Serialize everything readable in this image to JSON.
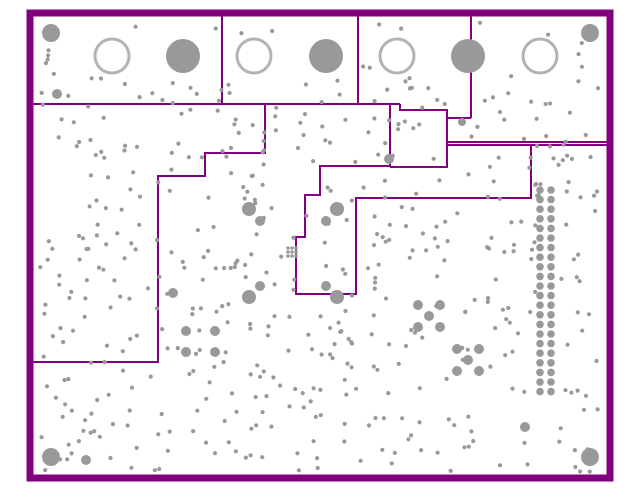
{
  "board": {
    "outline_color": "#800080",
    "trace_color": "#800080",
    "drill_color": "#999999",
    "ring_color": "#b3b3b3",
    "background": "#ffffff"
  },
  "mounting_holes": [
    "top-left",
    "top-right",
    "bottom-left",
    "bottom-right"
  ],
  "pin_header": {
    "columns": 2,
    "rows": 22
  }
}
